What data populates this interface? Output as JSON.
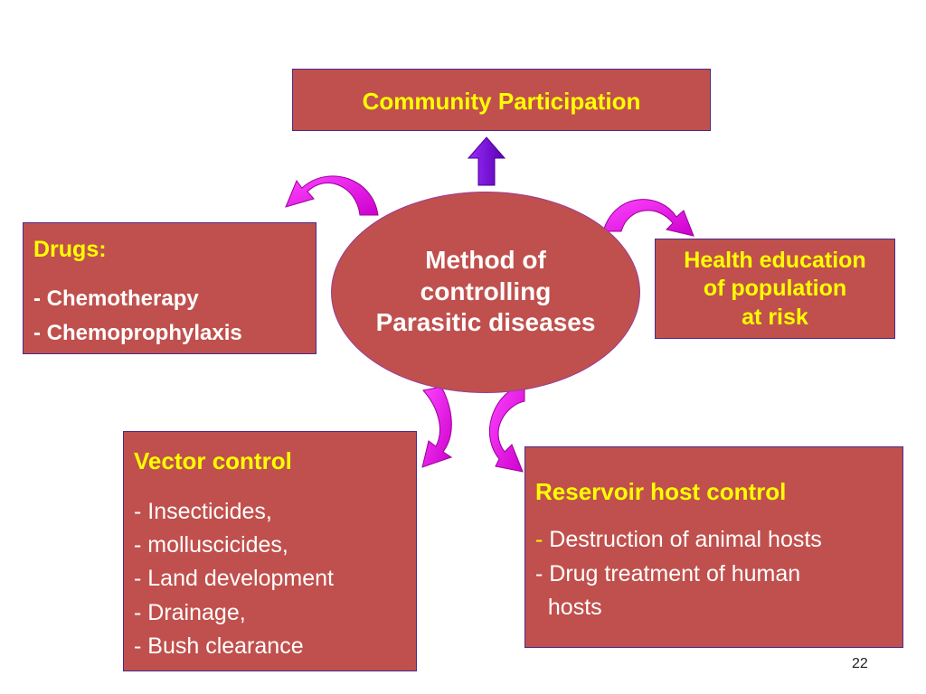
{
  "diagram": {
    "community": {
      "title": "Community Participation"
    },
    "center": {
      "lines": [
        "Method of",
        "controlling",
        "Parasitic diseases"
      ]
    },
    "drugs": {
      "title": "Drugs:",
      "items": [
        "- Chemotherapy",
        "- Chemoprophylaxis"
      ]
    },
    "health": {
      "lines": [
        "Health education",
        "of population",
        "at risk"
      ]
    },
    "vector": {
      "title": "Vector control",
      "items": [
        "- Insecticides,",
        "- molluscicides,",
        "- Land development",
        "- Drainage,",
        "- Bush clearance"
      ]
    },
    "reservoir": {
      "title": "Reservoir host control",
      "dash": "-",
      "item1_text": " Destruction of animal hosts",
      "items": [
        "- Drug treatment of human",
        "  hosts"
      ]
    }
  },
  "slide": {
    "page_number": "22"
  },
  "colors": {
    "box_fill": "#c0504d",
    "box_border": "#4b2a8c",
    "heading_text": "#ffff00",
    "body_text": "#ffffff",
    "curved_arrow_fill": "#ff00ff",
    "straight_arrow_fill": "#7b00d6"
  }
}
